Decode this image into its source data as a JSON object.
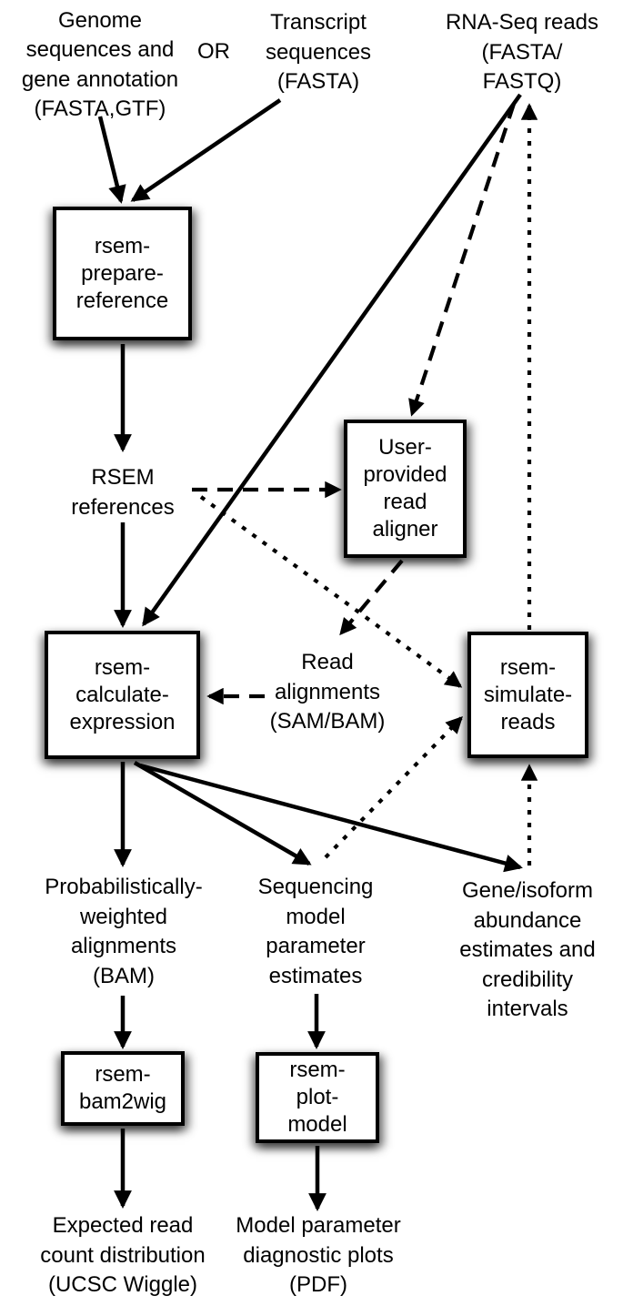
{
  "diagram": {
    "subject": "RSEM workflow flowchart",
    "colors": {
      "ink": "#000000",
      "background": "#ffffff"
    },
    "line_styles": [
      "solid",
      "dashed",
      "dotted"
    ]
  },
  "nodes": {
    "genome_input": {
      "label": "Genome\nsequences and\ngene annotation\n(FASTA,GTF)",
      "kind": "data-label"
    },
    "or_connector": {
      "label": "OR",
      "kind": "connector-label"
    },
    "transcript_input": {
      "label": "Transcript\nsequences\n(FASTA)",
      "kind": "data-label"
    },
    "rna_seq_reads": {
      "label": "RNA-Seq reads\n(FASTA/\nFASTQ)",
      "kind": "data-label"
    },
    "rsem_prepare_reference": {
      "label": "rsem-\nprepare-\nreference",
      "kind": "program-box"
    },
    "rsem_references": {
      "label": "RSEM\nreferences",
      "kind": "data-label"
    },
    "user_provided_read_aligner": {
      "label": "User-\nprovided\nread\naligner",
      "kind": "program-box"
    },
    "rsem_calculate_expression": {
      "label": "rsem-\ncalculate-\nexpression",
      "kind": "program-box"
    },
    "read_alignments": {
      "label": "Read\nalignments\n(SAM/BAM)",
      "kind": "data-label"
    },
    "rsem_simulate_reads": {
      "label": "rsem-\nsimulate-\nreads",
      "kind": "program-box"
    },
    "probabilistically_weighted_alignments": {
      "label": "Probabilistically-\nweighted\nalignments\n(BAM)",
      "kind": "data-label"
    },
    "sequencing_model_parameter_estimates": {
      "label": "Sequencing\nmodel\nparameter\nestimates",
      "kind": "data-label"
    },
    "gene_isoform_abundance": {
      "label": "Gene/isoform\nabundance\nestimates and\ncredibility\nintervals",
      "kind": "data-label"
    },
    "rsem_bam2wig": {
      "label": "rsem-\nbam2wig",
      "kind": "program-box"
    },
    "rsem_plot_model": {
      "label": "rsem-\nplot-\nmodel",
      "kind": "program-box"
    },
    "expected_read_count_distribution": {
      "label": "Expected read\ncount distribution\n(UCSC Wiggle)",
      "kind": "data-label"
    },
    "model_parameter_diagnostic_plots": {
      "label": "Model parameter\ndiagnostic plots\n(PDF)",
      "kind": "data-label"
    }
  },
  "edges": [
    {
      "id": "e1",
      "from": "genome_input",
      "to": "rsem_prepare_reference",
      "style": "solid"
    },
    {
      "id": "e2",
      "from": "transcript_input",
      "to": "rsem_prepare_reference",
      "style": "solid"
    },
    {
      "id": "e3",
      "from": "rsem_prepare_reference",
      "to": "rsem_references",
      "style": "solid"
    },
    {
      "id": "e4",
      "from": "rsem_references",
      "to": "rsem_calculate_expression",
      "style": "solid"
    },
    {
      "id": "e5",
      "from": "rna_seq_reads",
      "to": "rsem_calculate_expression",
      "style": "solid"
    },
    {
      "id": "e6",
      "from": "rsem_calculate_expression",
      "to": "probabilistically_weighted_alignments",
      "style": "solid"
    },
    {
      "id": "e7",
      "from": "rsem_calculate_expression",
      "to": "sequencing_model_parameter_estimates",
      "style": "solid"
    },
    {
      "id": "e8",
      "from": "rsem_calculate_expression",
      "to": "gene_isoform_abundance",
      "style": "solid"
    },
    {
      "id": "e9",
      "from": "probabilistically_weighted_alignments",
      "to": "rsem_bam2wig",
      "style": "solid"
    },
    {
      "id": "e10",
      "from": "rsem_bam2wig",
      "to": "expected_read_count_distribution",
      "style": "solid"
    },
    {
      "id": "e11",
      "from": "sequencing_model_parameter_estimates",
      "to": "rsem_plot_model",
      "style": "solid"
    },
    {
      "id": "e12",
      "from": "rsem_plot_model",
      "to": "model_parameter_diagnostic_plots",
      "style": "solid"
    },
    {
      "id": "e13",
      "from": "rna_seq_reads",
      "to": "user_provided_read_aligner",
      "style": "dashed"
    },
    {
      "id": "e14",
      "from": "rsem_references",
      "to": "user_provided_read_aligner",
      "style": "dashed"
    },
    {
      "id": "e15",
      "from": "user_provided_read_aligner",
      "to": "read_alignments",
      "style": "dashed"
    },
    {
      "id": "e16",
      "from": "read_alignments",
      "to": "rsem_calculate_expression",
      "style": "dashed"
    },
    {
      "id": "e17",
      "from": "rsem_references",
      "to": "rsem_simulate_reads",
      "style": "dotted"
    },
    {
      "id": "e18",
      "from": "sequencing_model_parameter_estimates",
      "to": "rsem_simulate_reads",
      "style": "dotted"
    },
    {
      "id": "e19",
      "from": "gene_isoform_abundance",
      "to": "rsem_simulate_reads",
      "style": "dotted"
    },
    {
      "id": "e20",
      "from": "rsem_simulate_reads",
      "to": "rna_seq_reads",
      "style": "dotted"
    }
  ]
}
